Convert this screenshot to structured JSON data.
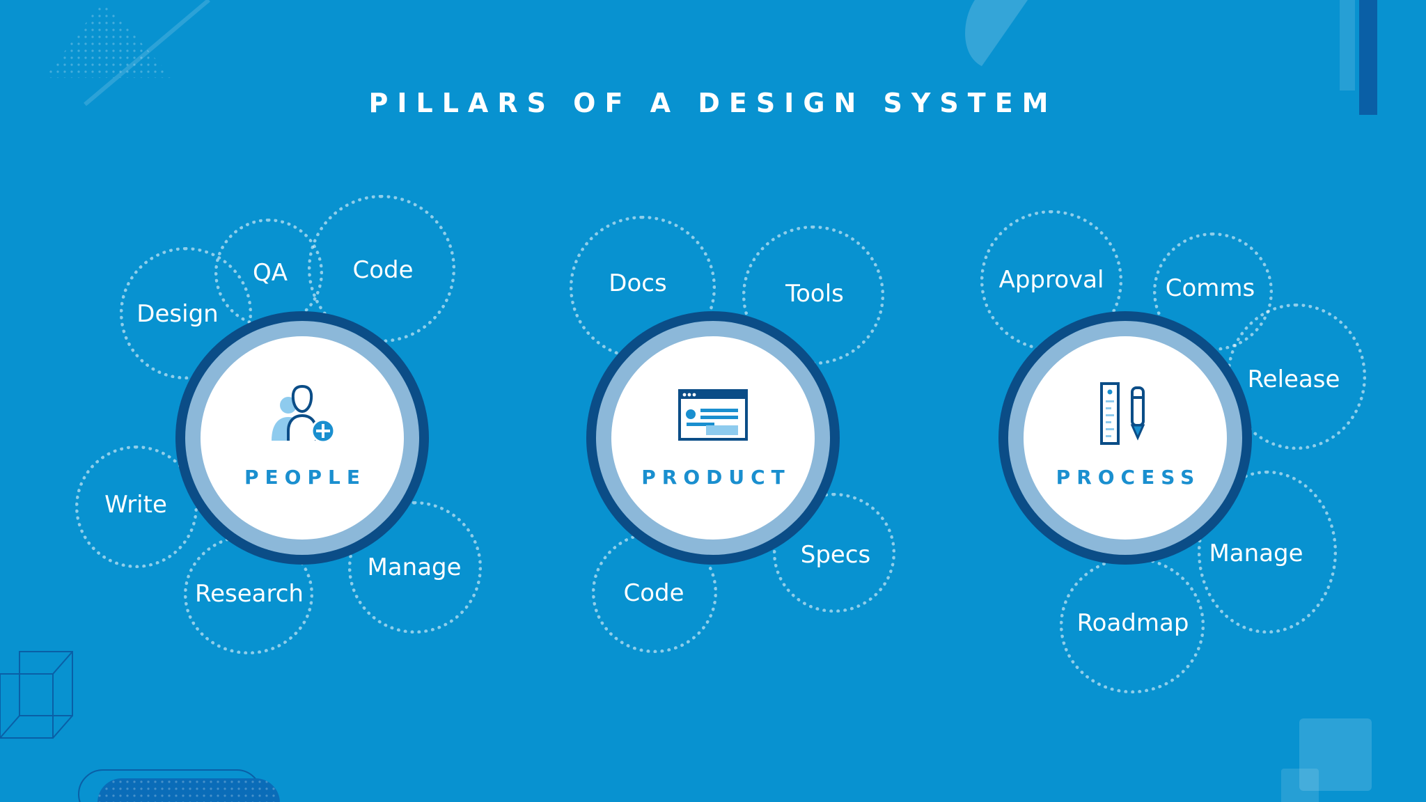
{
  "title": "PILLARS OF A DESIGN SYSTEM",
  "colors": {
    "background": "#0892d0",
    "ring_dark": "#0b4d87",
    "ring_light": "#8cb8d9",
    "label_blue": "#1a8fcf"
  },
  "pillars": [
    {
      "label": "PEOPLE",
      "icon": "people-add-icon",
      "topics": [
        "Design",
        "QA",
        "Code",
        "Write",
        "Research",
        "Manage"
      ]
    },
    {
      "label": "PRODUCT",
      "icon": "browser-window-icon",
      "topics": [
        "Docs",
        "Tools",
        "Code",
        "Specs"
      ]
    },
    {
      "label": "PROCESS",
      "icon": "ruler-pencil-icon",
      "topics": [
        "Approval",
        "Comms",
        "Release",
        "Manage",
        "Roadmap"
      ]
    }
  ]
}
